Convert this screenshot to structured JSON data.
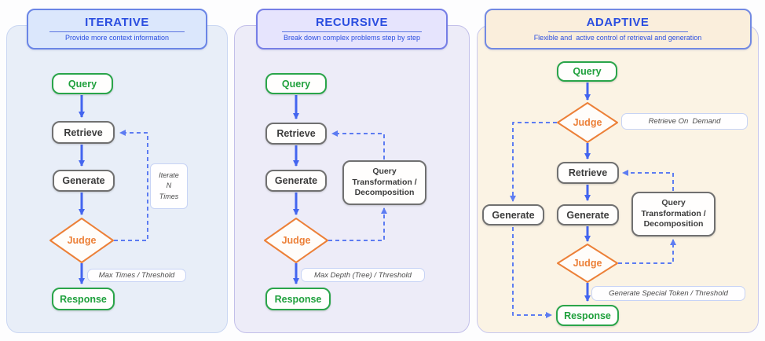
{
  "figure": {
    "colors": {
      "title_blue": "#2b4ee0",
      "solid_arrow_blue": "#4365ef",
      "dashed_arrow_blue": "#5d7cf2",
      "node_green": "#2aa54a",
      "judge_orange": "#ec8038",
      "node_gray_border": "#707070",
      "panel_iterative_bg": "#e8eef8",
      "panel_recursive_bg": "#edecf8",
      "panel_adaptive_bg": "#fbf3e4"
    },
    "panels": [
      {
        "key": "iterative",
        "title": "ITERATIVE",
        "subtitle": "Provide more context information",
        "nodes": {
          "query": "Query",
          "retrieve": "Retrieve",
          "generate": "Generate",
          "judge": "Judge",
          "response": "Response"
        },
        "iterate_note": {
          "line1": "Iterate",
          "line2": "N",
          "line3": "Times"
        },
        "threshold_label": "Max Times / Threshold"
      },
      {
        "key": "recursive",
        "title": "RECURSIVE",
        "subtitle": "Break down complex problems step by step",
        "nodes": {
          "query": "Query",
          "retrieve": "Retrieve",
          "generate": "Generate",
          "judge": "Judge",
          "response": "Response"
        },
        "transform_box": {
          "line1": "Query",
          "line2": "Transformation /",
          "line3": "Decomposition"
        },
        "threshold_label": "Max Depth (Tree) / Threshold"
      },
      {
        "key": "adaptive",
        "title": "ADAPTIVE",
        "subtitle": "Flexible and  active control of retrieval and generation",
        "nodes": {
          "query": "Query",
          "judge1": "Judge",
          "retrieve": "Retrieve",
          "generate_left": "Generate",
          "generate": "Generate",
          "judge2": "Judge",
          "response": "Response"
        },
        "transform_box": {
          "line1": "Query",
          "line2": "Transformation /",
          "line3": "Decomposition"
        },
        "retrieve_note": "Retrieve On  Demand",
        "threshold_label": "Generate Special Token / Threshold"
      }
    ]
  }
}
